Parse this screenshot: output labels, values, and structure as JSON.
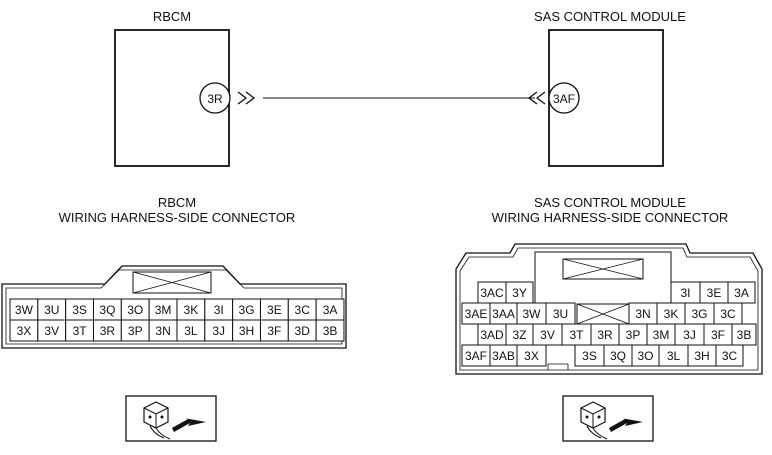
{
  "schematic": {
    "left_module": {
      "title": "RBCM",
      "pin": "3R"
    },
    "right_module": {
      "title": "SAS CONTROL MODULE",
      "pin": "3AF"
    }
  },
  "left_connector": {
    "title_line1": "RBCM",
    "title_line2": "WIRING HARNESS-SIDE CONNECTOR",
    "rows": [
      [
        "3W",
        "3U",
        "3S",
        "3Q",
        "3O",
        "3M",
        "3K",
        "3I",
        "3G",
        "3E",
        "3C",
        "3A"
      ],
      [
        "3X",
        "3V",
        "3T",
        "3R",
        "3P",
        "3N",
        "3L",
        "3J",
        "3H",
        "3F",
        "3D",
        "3B"
      ]
    ]
  },
  "right_connector": {
    "title_line1": "SAS CONTROL MODULE",
    "title_line2": "WIRING HARNESS-SIDE CONNECTOR",
    "pins": [
      "3AC",
      "3Y",
      "3I",
      "3E",
      "3A",
      "3AE",
      "3AA",
      "3W",
      "3U",
      "3N",
      "3K",
      "3G",
      "3C",
      "3AD",
      "3Z",
      "3V",
      "3T",
      "3R",
      "3P",
      "3M",
      "3J",
      "3F",
      "3B",
      "3AF",
      "3AB",
      "3X",
      "3S",
      "3Q",
      "3O",
      "3L",
      "3H",
      "3C"
    ]
  }
}
